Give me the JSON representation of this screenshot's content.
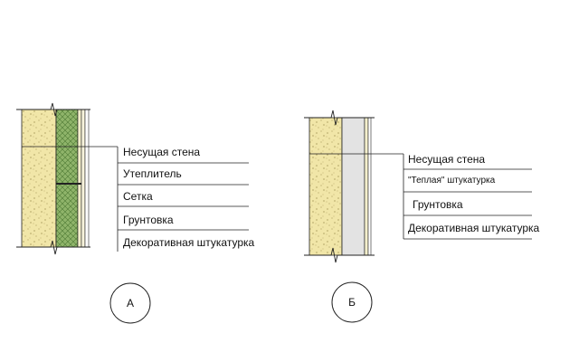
{
  "diagram_a": {
    "circle_label": "А",
    "layers": [
      {
        "label": "Несущая стена"
      },
      {
        "label": "Утеплитель"
      },
      {
        "label": "Сетка"
      },
      {
        "label": "Грунтовка"
      },
      {
        "label": "Декоративная штукатурка"
      }
    ]
  },
  "diagram_b": {
    "circle_label": "Б",
    "layers": [
      {
        "label": "Несущая стена"
      },
      {
        "label": "\"Теплая\" штукатурка"
      },
      {
        "label": "Грунтовка"
      },
      {
        "label": "Декоративная штукатурка"
      }
    ]
  },
  "colors": {
    "masonry": "#f1e6a8",
    "insulation": "#8fb46a",
    "warm_plaster": "#e3e3e3",
    "primer": "#f4efcc",
    "line": "#222222"
  }
}
